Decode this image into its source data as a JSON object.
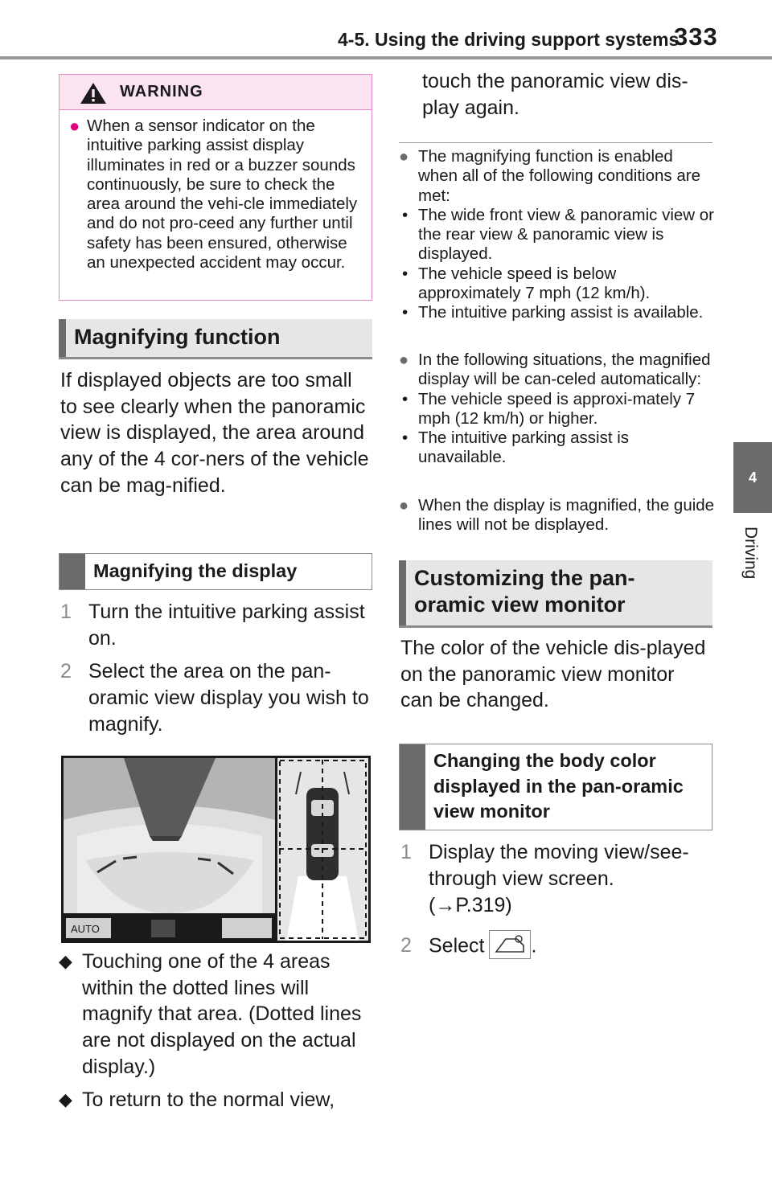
{
  "header": {
    "section_title": "4-5. Using the driving support systems",
    "page_number": "333"
  },
  "side_tab": {
    "number": "4",
    "label": "Driving"
  },
  "warning": {
    "title": "WARNING",
    "text": "When a sensor indicator on the intuitive parking assist display illuminates in red or a buzzer sounds continuously, be sure to check the area around the vehi-cle immediately and do not pro-ceed any further until safety has been ensured, otherwise an unexpected accident may occur."
  },
  "magnifying": {
    "heading": "Magnifying function",
    "intro": "If displayed objects are too small to see clearly when the panoramic view is displayed, the area around any of the 4 cor-ners of the vehicle can be mag-nified.",
    "sub_heading": "Magnifying the display",
    "steps": [
      {
        "num": "1",
        "text": "Turn the intuitive parking assist on."
      },
      {
        "num": "2",
        "text": "Select the area on the pan-oramic view display you wish to magnify."
      }
    ],
    "screen_label": "AUTO",
    "bullets": [
      "Touching one of the 4 areas within the dotted lines will magnify that area. (Dotted lines are not displayed on the actual display.)",
      "To return to the normal view, touch the panoramic view dis-play again."
    ]
  },
  "notes": [
    {
      "text": "The magnifying function is enabled when all of the following conditions are met:",
      "items": [
        "The wide front view & panoramic view or the rear view & panoramic view is displayed.",
        "The vehicle speed is below approximately 7 mph (12 km/h).",
        "The intuitive parking assist is available."
      ]
    },
    {
      "text": "In the following situations, the magnified display will be can-celed automatically:",
      "items": [
        "The vehicle speed is approxi-mately 7 mph (12 km/h) or higher.",
        "The intuitive parking assist is unavailable."
      ]
    },
    {
      "text": "When the display is magnified, the guide lines will not be displayed.",
      "items": []
    }
  ],
  "customizing": {
    "heading": "Customizing the pan-oramic view monitor",
    "intro": "The color of the vehicle dis-played on the panoramic view monitor can be changed.",
    "sub_heading": "Changing the body color displayed in the pan-oramic view monitor",
    "step1_num": "1",
    "step1_text": "Display the moving view/see-through view screen.",
    "step1_ref": "(→P.319)",
    "step2_num": "2",
    "step2_text": "Select",
    "step2_end": "."
  }
}
